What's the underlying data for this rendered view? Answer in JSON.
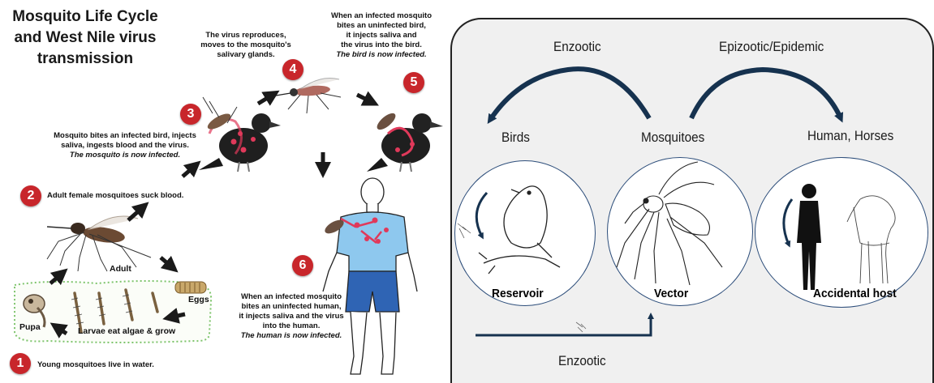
{
  "left": {
    "title_lines": [
      "Mosquito Life Cycle",
      "and West Nile virus",
      "transmission"
    ],
    "steps": [
      {
        "number": "1",
        "text": "Young mosquitoes live in water."
      },
      {
        "number": "2",
        "text": "Adult female mosquitoes suck blood."
      },
      {
        "number": "3",
        "text_lines": [
          "Mosquito bites an infected bird, injects",
          "saliva, ingests blood and the virus.",
          "The mosquito is now infected."
        ]
      },
      {
        "number": "4",
        "text_lines": [
          "The virus reproduces,",
          "moves to the mosquito's",
          "salivary glands."
        ]
      },
      {
        "number": "5",
        "text_lines": [
          "When an infected mosquito",
          "bites an uninfected bird,",
          "it injects saliva and",
          "the virus into the bird.",
          "The bird is now infected."
        ]
      },
      {
        "number": "6",
        "text_lines": [
          "When an infected mosquito",
          "bites an uninfected human,",
          "it injects saliva and the virus",
          "into the human.",
          "The human is now infected."
        ]
      }
    ],
    "stage_labels": {
      "adult": "Adult",
      "eggs": "Eggs",
      "larvae": "Larvae eat algae & grow",
      "pupa": "Pupa"
    },
    "colors": {
      "badge": "#c8262b",
      "water_border": "#7dc46b",
      "bird": "#222222",
      "virus": "#e0395a",
      "shirt": "#8ec8ee",
      "shorts": "#2f64b4"
    }
  },
  "right": {
    "top_labels": {
      "enzootic": "Enzootic",
      "epizootic": "Epizootic/Epidemic"
    },
    "columns": {
      "birds": "Birds",
      "mosquitoes": "Mosquitoes",
      "humans": "Human, Horses"
    },
    "roles": {
      "reservoir": "Reservoir",
      "vector": "Vector",
      "accidental": "Accidental host"
    },
    "bottom_label": "Enzootic",
    "colors": {
      "arrow": "#16324f",
      "panel_bg": "#f0f0f0",
      "circle_border": "#2c4d7a"
    }
  }
}
